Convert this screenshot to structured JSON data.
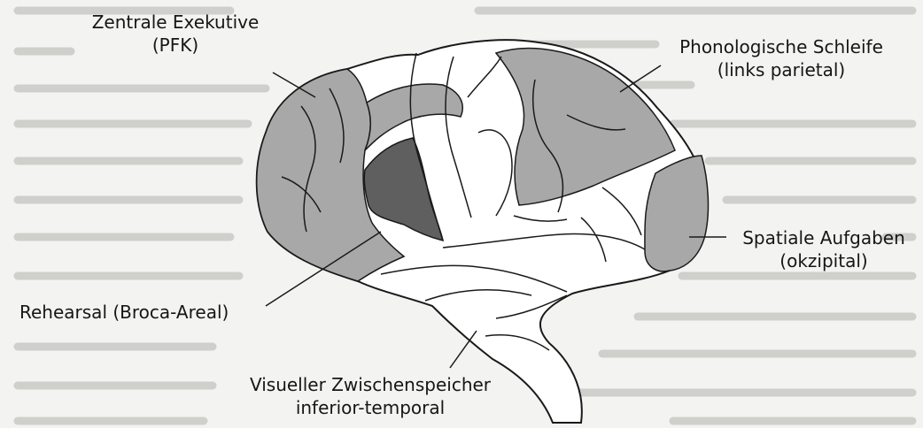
{
  "labels": {
    "central_executive": {
      "line1": "Zentrale Exekutive",
      "line2": "(PFK)"
    },
    "phonological_loop": {
      "line1": "Phonologische Schleife",
      "line2": "(links parietal)"
    },
    "spatial_tasks": {
      "line1": "Spatiale Aufgaben",
      "line2": "(okzipital)"
    },
    "rehearsal": {
      "line1": "Rehearsal (Broca-Areal)"
    },
    "visual_buffer": {
      "line1": "Visueller Zwischenspeicher",
      "line2": "inferior-temporal"
    }
  },
  "colors": {
    "background": "#f3f3f1",
    "region_light": "#a8a8a8",
    "region_dark": "#5f5f5f",
    "outline": "#1a1a1a",
    "bleed_text": "#cfcfcc"
  },
  "icons": {
    "brain": "brain-lateral-view"
  }
}
